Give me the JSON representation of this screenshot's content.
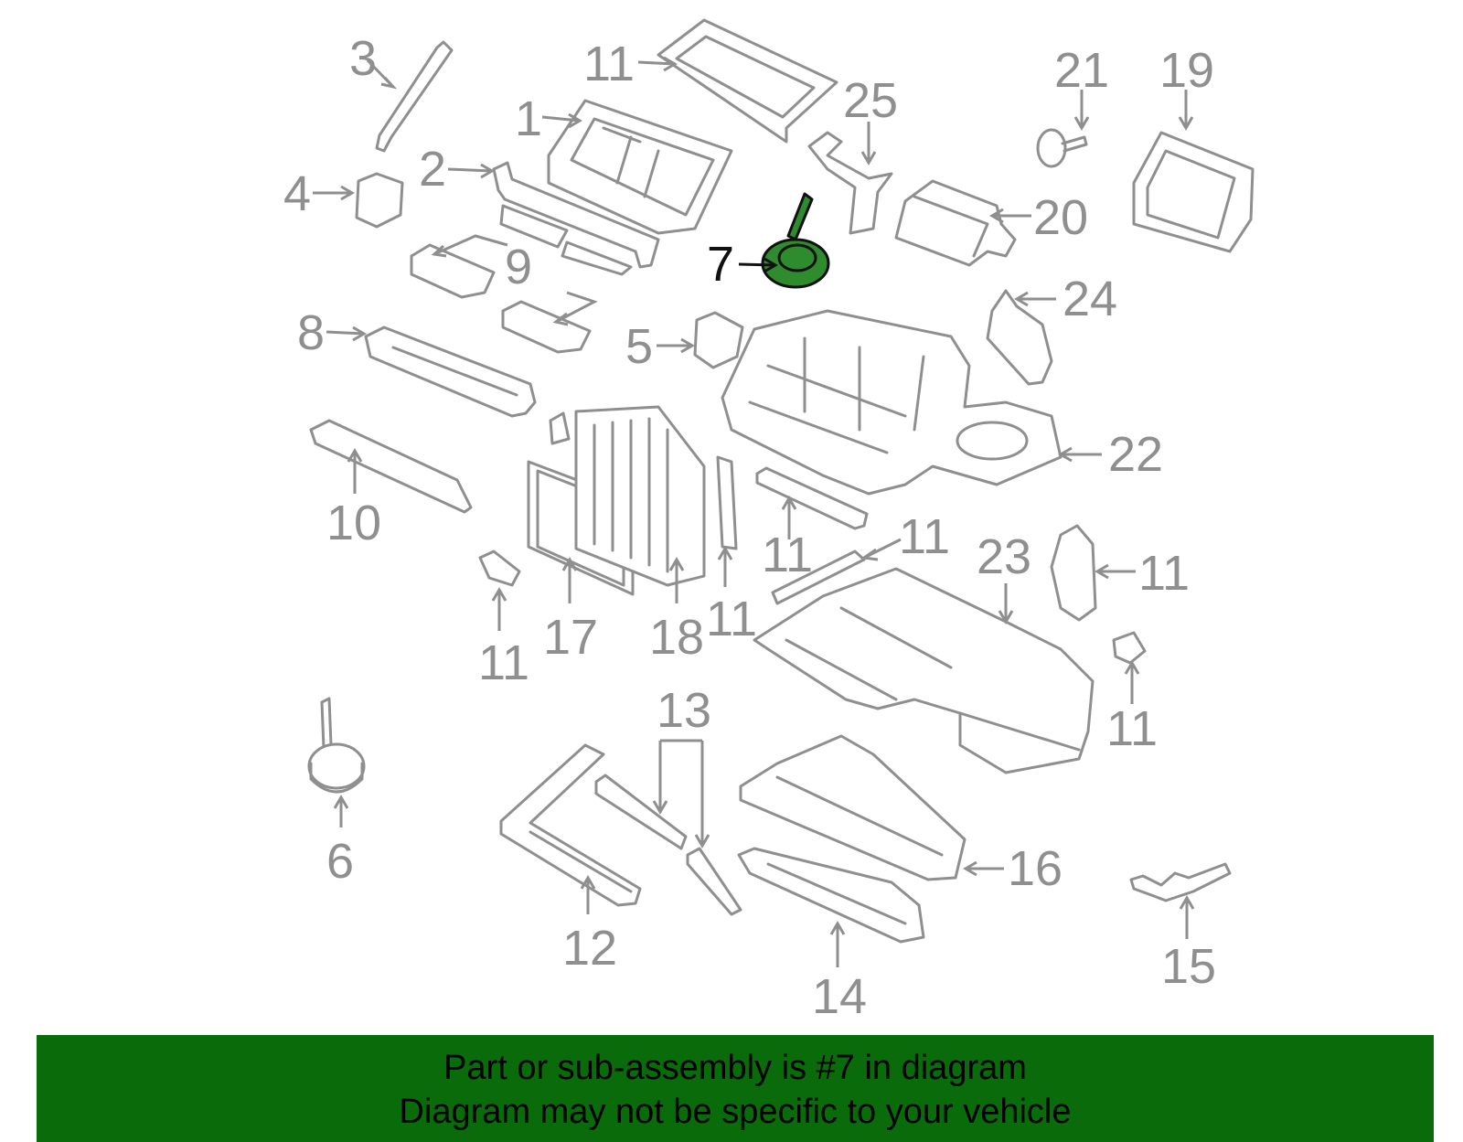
{
  "diagram": {
    "highlight_color": "#2e8b2e",
    "line_color": "#8f8f8f",
    "callouts": [
      {
        "id": "c3",
        "label": "3"
      },
      {
        "id": "c11a",
        "label": "11"
      },
      {
        "id": "c1",
        "label": "1"
      },
      {
        "id": "c25",
        "label": "25"
      },
      {
        "id": "c21",
        "label": "21"
      },
      {
        "id": "c19",
        "label": "19"
      },
      {
        "id": "c4",
        "label": "4"
      },
      {
        "id": "c2",
        "label": "2"
      },
      {
        "id": "c20",
        "label": "20"
      },
      {
        "id": "c9",
        "label": "9"
      },
      {
        "id": "c7",
        "label": "7"
      },
      {
        "id": "c24",
        "label": "24"
      },
      {
        "id": "c8",
        "label": "8"
      },
      {
        "id": "c5",
        "label": "5"
      },
      {
        "id": "c22",
        "label": "22"
      },
      {
        "id": "c10",
        "label": "10"
      },
      {
        "id": "c11b",
        "label": "11"
      },
      {
        "id": "c11c",
        "label": "11"
      },
      {
        "id": "c23",
        "label": "23"
      },
      {
        "id": "c11d",
        "label": "11"
      },
      {
        "id": "c11e",
        "label": "11"
      },
      {
        "id": "c17",
        "label": "17"
      },
      {
        "id": "c18",
        "label": "18"
      },
      {
        "id": "c11f",
        "label": "11"
      },
      {
        "id": "c11g",
        "label": "11"
      },
      {
        "id": "c13",
        "label": "13"
      },
      {
        "id": "c6",
        "label": "6"
      },
      {
        "id": "c16",
        "label": "16"
      },
      {
        "id": "c12",
        "label": "12"
      },
      {
        "id": "c14",
        "label": "14"
      },
      {
        "id": "c15",
        "label": "15"
      }
    ]
  },
  "banner": {
    "line1": "Part or sub-assembly is #7 in diagram",
    "line2": "Diagram may not be specific to your vehicle",
    "background": "#0a6b0a"
  }
}
